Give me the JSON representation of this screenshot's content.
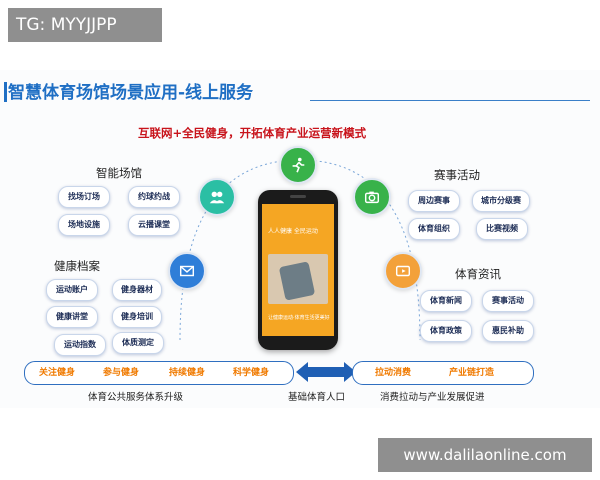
{
  "watermark_top": "TG: MYYJJPP",
  "watermark_bottom": "www.dalilaonline.com",
  "title": "智慧体育场馆场景应用-线上服务",
  "subtitle": "互联网+全民健身，开拓体育产业运营新模式",
  "groups": {
    "smart_venue": {
      "title": "智能场馆",
      "items": [
        "找场订场",
        "约球约战",
        "场地设施",
        "云播课堂"
      ]
    },
    "health_record": {
      "title": "健康档案",
      "items": [
        "运动账户",
        "健身器材",
        "健康讲堂",
        "健身培训",
        "运动指数",
        "体质测定"
      ]
    },
    "events": {
      "title": "赛事活动",
      "items": [
        "周边赛事",
        "城市分级赛",
        "体育组织",
        "比赛视频"
      ]
    },
    "sports_info": {
      "title": "体育资讯",
      "items": [
        "体育新闻",
        "赛事活动",
        "体育政策",
        "惠民补助"
      ]
    }
  },
  "left_bar": [
    "关注健身",
    "参与健身",
    "持续健身",
    "科学健身"
  ],
  "right_bar": [
    "拉动消费",
    "产业链打造"
  ],
  "bottom_labels": {
    "left": "体育公共服务体系升级",
    "center": "基础体育人口",
    "right": "消费拉动与产业发展促进"
  },
  "phone": {
    "screen_top": "人人健康 全民运动",
    "screen_bottom": "让健康运动·体育生活更美好"
  },
  "colors": {
    "accent_blue": "#1f6fc4",
    "subtitle_red": "#c8131b",
    "bar_text_orange": "#f07a00",
    "phone_screen": "#f5a623",
    "icon_teal": "#2bbfa4",
    "icon_blue": "#2f7ed8",
    "icon_orange": "#f3a13a",
    "icon_green": "#38b24a"
  },
  "icons": [
    "person-group-icon",
    "envelope-icon",
    "runner-icon",
    "camera-icon",
    "play-icon",
    "double-arrow-icon"
  ]
}
